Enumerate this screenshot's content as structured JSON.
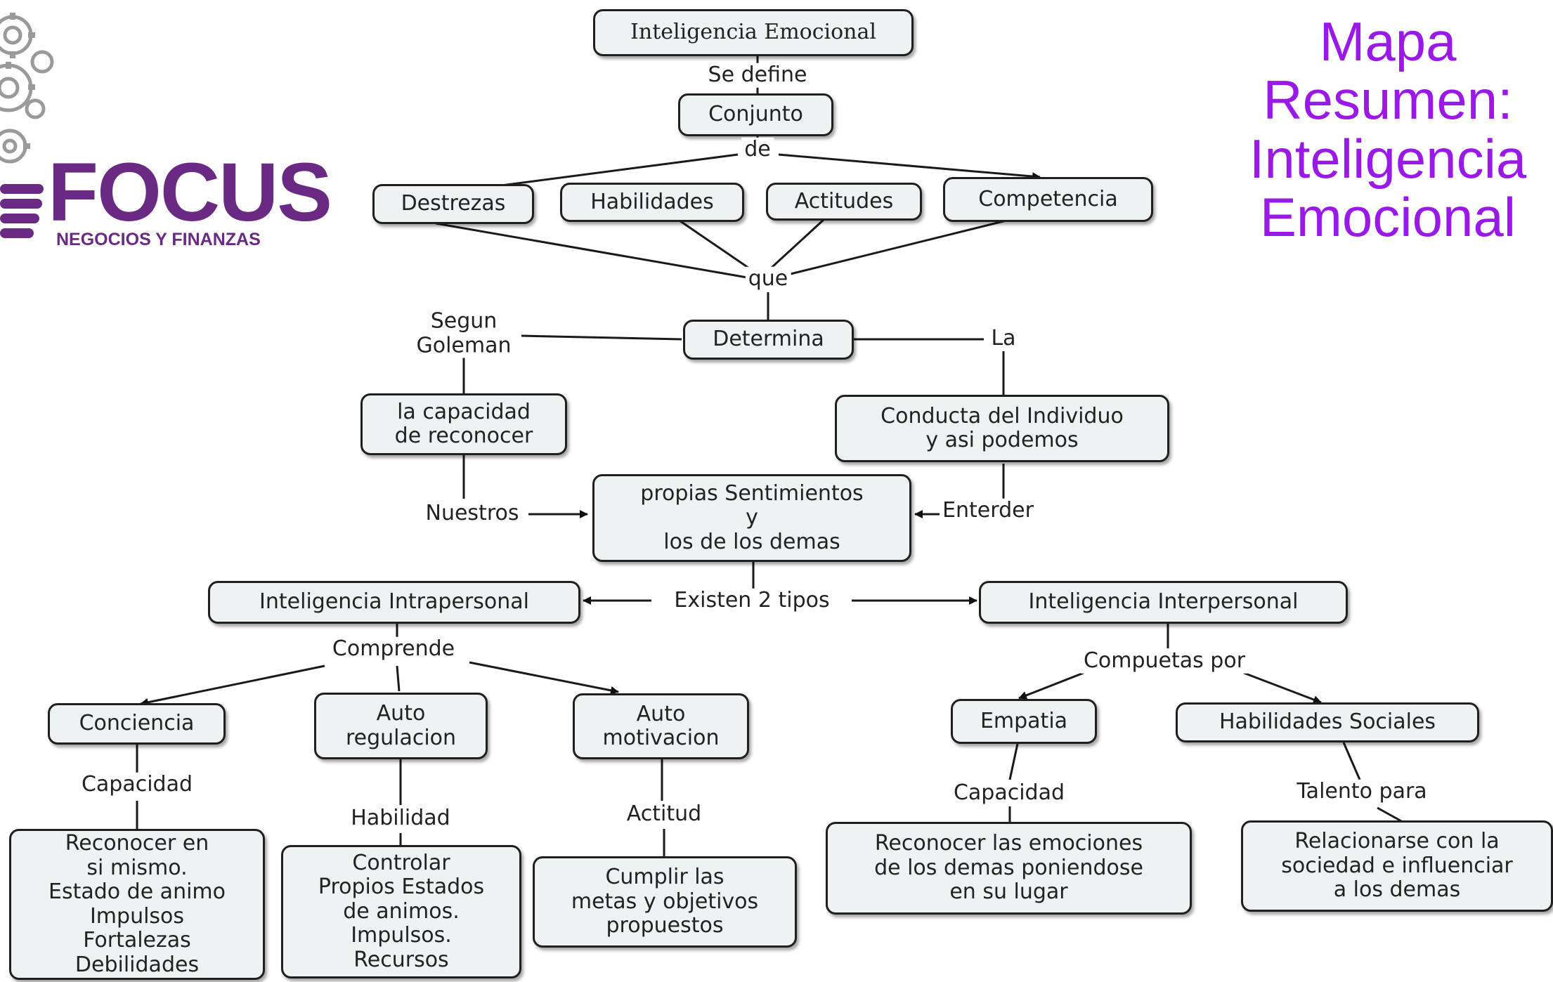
{
  "title": "Mapa\nResumen:\nInteligencia\nEmocional",
  "logo": {
    "brand": "FOCUS",
    "subtitle": "NEGOCIOS Y FINANZAS",
    "color": "#6a2a84"
  },
  "title_color": "#9a19e8",
  "nodes": {
    "root": "Inteligencia Emocional",
    "conjunto": "Conjunto",
    "destrezas": "Destrezas",
    "habilidades": "Habilidades",
    "actitudes": "Actitudes",
    "competencia": "Competencia",
    "determina": "Determina",
    "capacidad_reconocer": "la capacidad\nde reconocer",
    "conducta": "Conducta del Individuo\ny asi podemos",
    "sentimientos": "propias Sentimientos\ny\nlos de los demas",
    "intrapersonal": "Inteligencia Intrapersonal",
    "interpersonal": "Inteligencia Interpersonal",
    "conciencia": "Conciencia",
    "autorregulacion": "Auto\nregulacion",
    "automotivacion": "Auto\nmotivacion",
    "empatia": "Empatia",
    "hab_sociales": "Habilidades Sociales",
    "reconocer_si": "Reconocer en\nsi mismo.\nEstado de animo\nImpulsos\nFortalezas\nDebilidades",
    "controlar": "Controlar\nPropios Estados\nde animos.\nImpulsos.\nRecursos",
    "cumplir": "Cumplir las\nmetas y objetivos\npropuestos",
    "reconocer_emociones": "Reconocer las emociones\nde los demas poniendose\nen su lugar",
    "relacionarse": "Relacionarse con la\nsociedad e influenciar\na los demas"
  },
  "links": {
    "se_define": "Se define",
    "de": "de",
    "que": "que",
    "segun_goleman": "Segun\nGoleman",
    "la": "La",
    "nuestros": "Nuestros",
    "enterder": "Enterder",
    "existen": "Existen 2 tipos",
    "comprende": "Comprende",
    "compuetas": "Compuetas por",
    "capacidad_1": "Capacidad",
    "habilidad": "Habilidad",
    "actitud": "Actitud",
    "capacidad_2": "Capacidad",
    "talento": "Talento para"
  }
}
